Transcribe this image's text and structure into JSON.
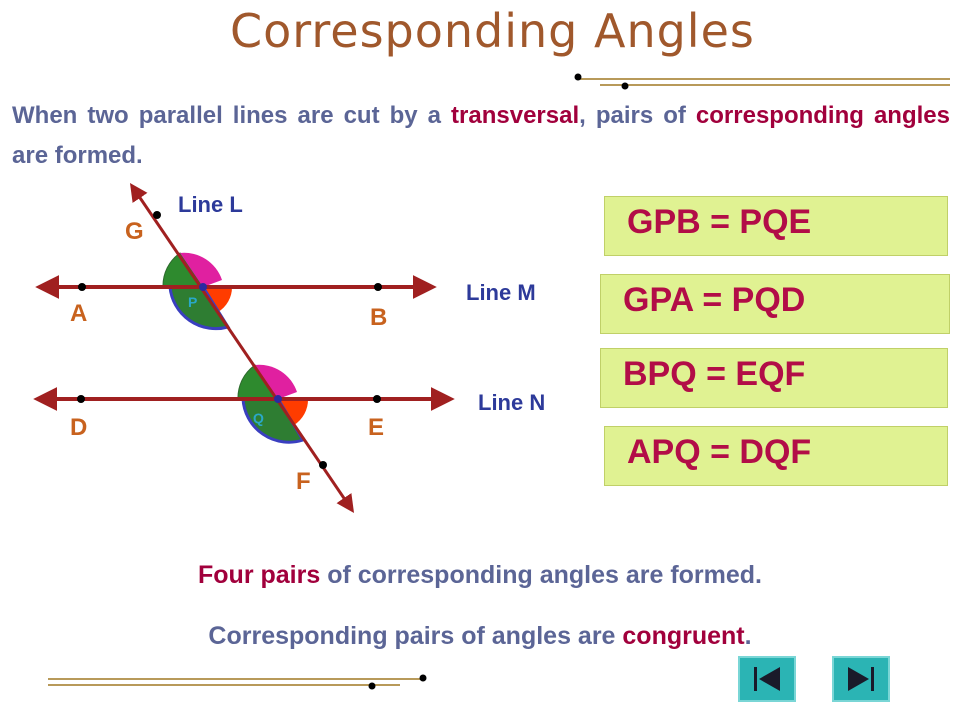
{
  "title": "Corresponding Angles",
  "intro": {
    "part1": "When two parallel lines are cut by a ",
    "transversal": "transversal",
    "part2": ", pairs of ",
    "corresponding": "corresponding angles",
    "part3": " are formed."
  },
  "diagram": {
    "line_l": "Line L",
    "line_m": "Line M",
    "line_n": "Line N",
    "points": {
      "G": "G",
      "A": "A",
      "B": "B",
      "P": "P",
      "D": "D",
      "E": "E",
      "Q": "Q",
      "F": "F"
    }
  },
  "equations": [
    "GPB = PQE",
    "GPA = PQD",
    "BPQ = EQF",
    "APQ = DQF"
  ],
  "notes": {
    "four_pairs_highlight": "Four pairs",
    "four_pairs_rest": " of corresponding angles are formed.",
    "congruent_prefix": "Corresponding pairs of angles are ",
    "congruent_word": "congruent",
    "congruent_suffix": "."
  },
  "colors": {
    "title": "#a0582c",
    "text": "#5b6596",
    "highlight": "#a1003c",
    "line": "#a02020",
    "box": "#e0f292",
    "equation": "#b20d47",
    "nav": "#2bb4b4"
  },
  "nav": {
    "first_icon": "first-slide-icon",
    "last_icon": "last-slide-icon"
  }
}
